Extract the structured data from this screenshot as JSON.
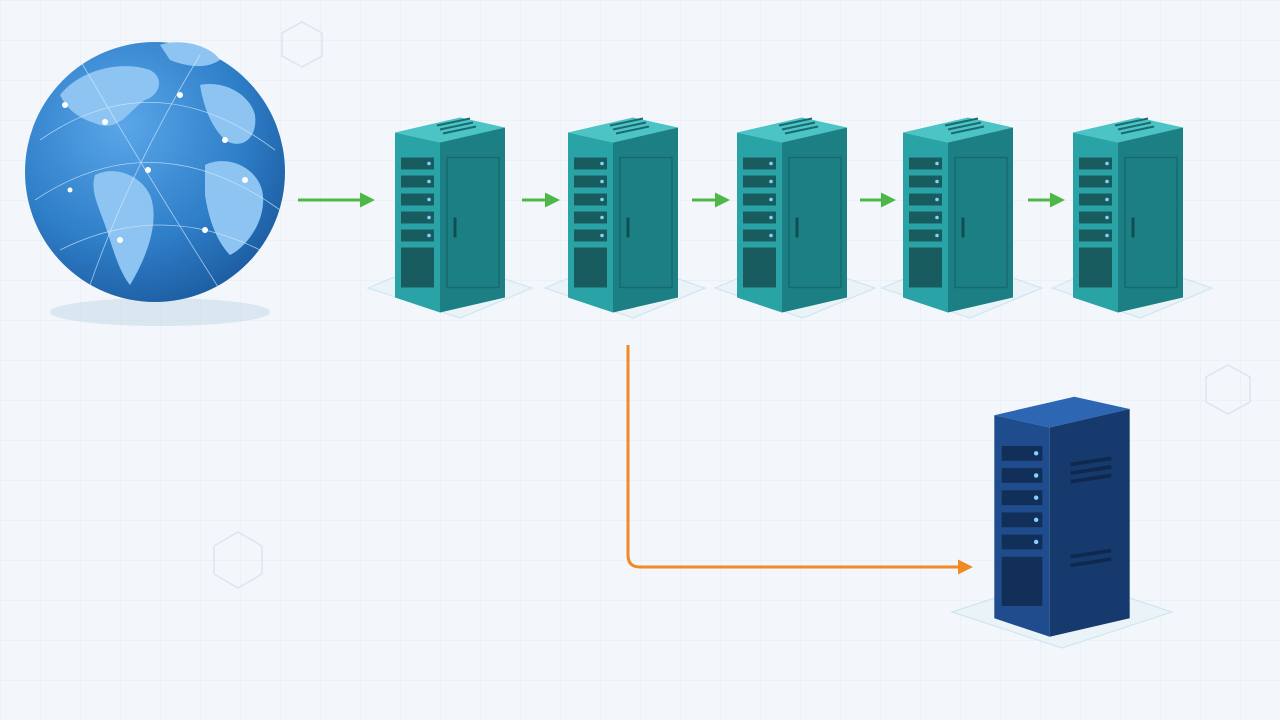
{
  "colors": {
    "background": "#f3f7fb",
    "grid": "#e3ebf3",
    "globe_ocean": "#2f7fc9",
    "globe_land": "#8ec4f2",
    "server_teal": "#2aa3a6",
    "server_teal_dark": "#1c7f83",
    "server_navy": "#1f4c8c",
    "server_navy_dark": "#163a6e",
    "led_blue": "#7fd3ff",
    "arrow_green": "#4db848",
    "arrow_orange": "#f08a24",
    "pad": "#cfe6f0"
  },
  "nodes": [
    {
      "id": "internet",
      "kind": "globe-icon"
    },
    {
      "id": "server-1",
      "kind": "server-rack-icon",
      "color": "teal"
    },
    {
      "id": "server-2",
      "kind": "server-rack-icon",
      "color": "teal"
    },
    {
      "id": "server-3",
      "kind": "server-rack-icon",
      "color": "teal"
    },
    {
      "id": "server-4",
      "kind": "server-rack-icon",
      "color": "teal"
    },
    {
      "id": "server-5",
      "kind": "server-rack-icon",
      "color": "teal"
    },
    {
      "id": "server-6",
      "kind": "server-rack-icon",
      "color": "navy"
    }
  ],
  "edges": [
    {
      "from": "internet",
      "to": "server-1",
      "color": "green"
    },
    {
      "from": "server-1",
      "to": "server-2",
      "color": "green"
    },
    {
      "from": "server-2",
      "to": "server-3",
      "color": "green"
    },
    {
      "from": "server-3",
      "to": "server-4",
      "color": "green"
    },
    {
      "from": "server-4",
      "to": "server-5",
      "color": "green"
    },
    {
      "from": "server-2",
      "to": "server-6",
      "color": "orange"
    }
  ]
}
